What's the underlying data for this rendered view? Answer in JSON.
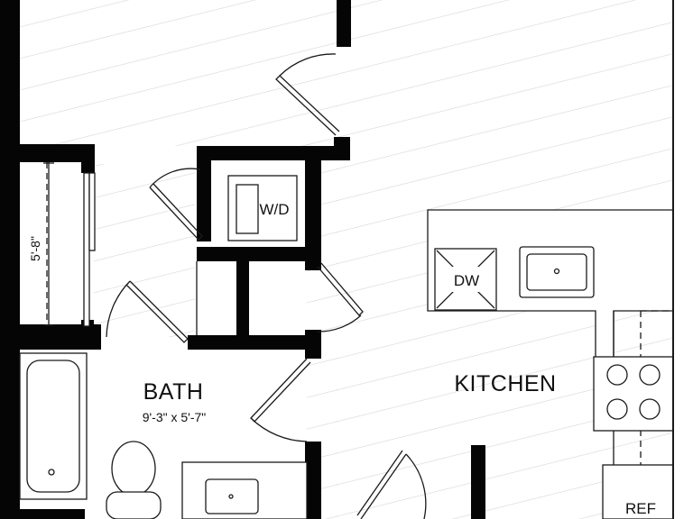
{
  "rooms": {
    "bath": {
      "name": "BATH",
      "dimensions": "9'-3\" x 5'-7\""
    },
    "kitchen": {
      "name": "KITCHEN"
    }
  },
  "fixtures": {
    "washer_dryer": "W/D",
    "dishwasher": "DW",
    "refrigerator": "REF"
  },
  "dimensions": {
    "closet_width": "5'-8\""
  },
  "colors": {
    "wall": "#050505",
    "line": "#1a1a1a",
    "floor_hatch": "#d6d6d6",
    "background": "#ffffff"
  }
}
